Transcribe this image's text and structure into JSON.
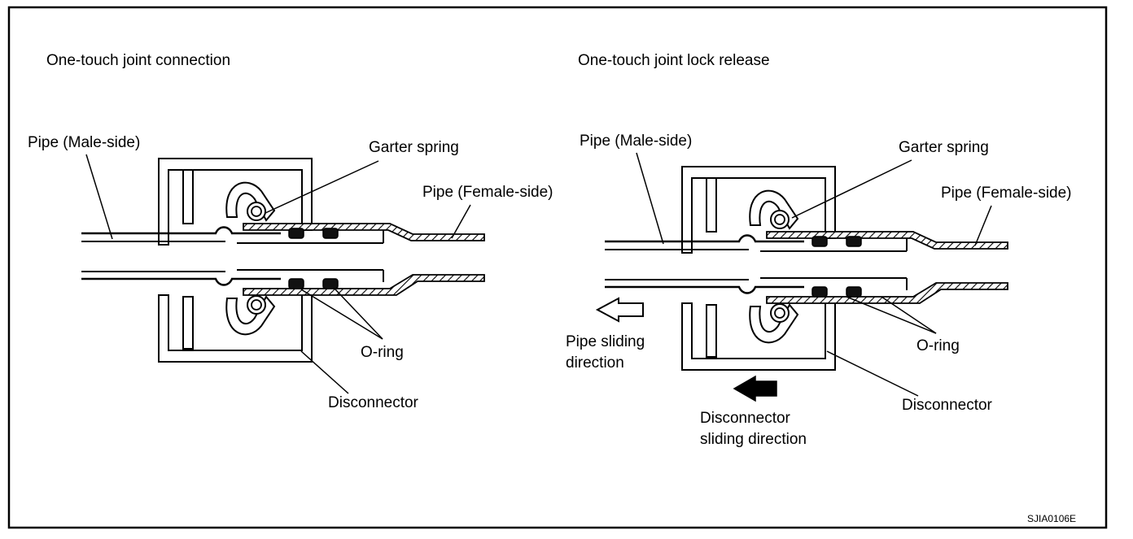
{
  "figure_code": "SJIA0106E",
  "left_panel": {
    "title": "One-touch joint connection",
    "labels": {
      "pipe_male": "Pipe (Male-side)",
      "garter_spring": "Garter spring",
      "pipe_female": "Pipe (Female-side)",
      "o_ring": "O-ring",
      "disconnector": "Disconnector"
    }
  },
  "right_panel": {
    "title": "One-touch joint lock release",
    "labels": {
      "pipe_male": "Pipe (Male-side)",
      "garter_spring": "Garter spring",
      "pipe_female": "Pipe (Female-side)",
      "o_ring": "O-ring",
      "disconnector": "Disconnector",
      "pipe_sliding_line1": "Pipe sliding",
      "pipe_sliding_line2": "direction",
      "disconnector_sliding_line1": "Disconnector",
      "disconnector_sliding_line2": "sliding direction"
    }
  }
}
